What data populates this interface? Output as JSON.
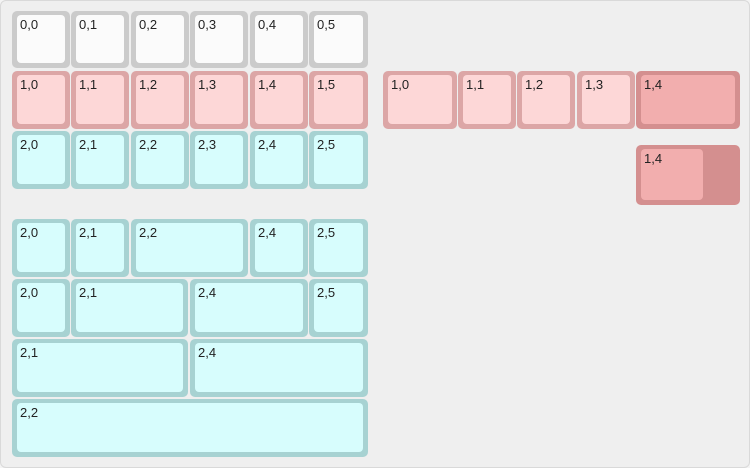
{
  "keyboard": {
    "row0": [
      "0,0",
      "0,1",
      "0,2",
      "0,3",
      "0,4",
      "0,5"
    ],
    "row1": [
      "1,0",
      "1,1",
      "1,2",
      "1,3",
      "1,4",
      "1,5"
    ],
    "row2": [
      "2,0",
      "2,1",
      "2,2",
      "2,3",
      "2,4",
      "2,5"
    ]
  },
  "row1_variant": {
    "keys": [
      "1,0",
      "1,1",
      "1,2",
      "1,3",
      "1,4"
    ],
    "alt_key": "1,4"
  },
  "row2_variants": [
    [
      "2,0",
      "2,1",
      "2,2",
      "2,4",
      "2,5"
    ],
    [
      "2,0",
      "2,1",
      "2,4",
      "2,5"
    ],
    [
      "2,1",
      "2,4"
    ],
    [
      "2,2"
    ]
  ],
  "colors": {
    "row0": "#fbfbfb",
    "row1": "#fdd7d7",
    "row1_selected": "#f2aeae",
    "row2": "#d7fdfd"
  }
}
